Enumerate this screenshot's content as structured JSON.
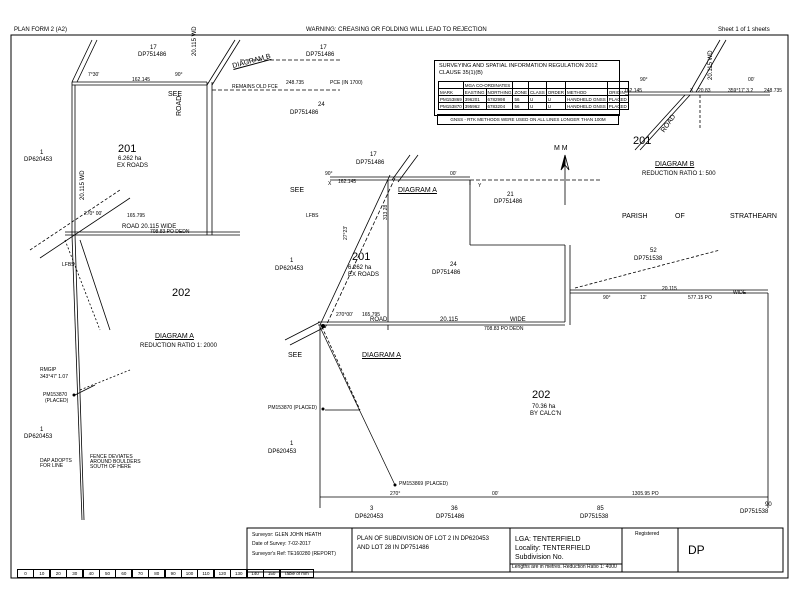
{
  "header": {
    "form": "PLAN FORM 2 (A2)",
    "warning": "WARNING: CREASING OR FOLDING WILL LEAD TO REJECTION",
    "sheet": "Sheet  1  of  1  sheets"
  },
  "coord_table": {
    "title": "SURVEYING AND SPATIAL INFORMATION REGULATION 2012",
    "clause": "CLAUSE 35(1)(B)",
    "mga": "MGA CO-ORDINATES",
    "headers": [
      "MARK",
      "EASTING",
      "NORTHING",
      "ZONE",
      "CLASS",
      "ORDER",
      "METHOD",
      "ORIGIN"
    ],
    "rows": [
      [
        "PM153869",
        "396201",
        "6782998",
        "56",
        "U",
        "U",
        "HANDHELD GNSS",
        "PLACED"
      ],
      [
        "PM153870",
        "395962",
        "6783204",
        "56",
        "U",
        "U",
        "HANDHELD GNSS",
        "PLACED"
      ]
    ]
  },
  "gnss_note": "GNSS - RTK METHODS WERE USED ON ALL LINES LONGER THAN 100M",
  "left_diagram": {
    "top_lot": "17",
    "top_dp": "DP751486",
    "top_lot2": "17",
    "top_dp2": "DP751486",
    "lot_24": "24",
    "dp_24": "DP751486",
    "lot_201": "201",
    "area_201": "6.262 ha",
    "ex_roads": "EX ROADS",
    "lot_1": "1",
    "dp_1": "DP620453",
    "lot_202": "202",
    "diagram": "DIAGRAM A",
    "reduction": "REDUCTION RATIO 1: 2000",
    "see": "SEE",
    "diagram_b": "DIAGRAM B",
    "road_label": "ROAD 20.115 WIDE",
    "road_depth": "708.83 PO DEDN",
    "bearing_top": "7°30'",
    "bearing_top2": "90°",
    "dist_top": "162.145",
    "dist_road": "165.795",
    "bearing_road": "270° 00'",
    "rmgip": "RMGIP",
    "rmgip_brg": "343°47' 1.07",
    "pm_placed": "PM153870",
    "placed": "(PLACED)",
    "lot_1b": "1",
    "dp_1b": "DP620453",
    "fence_note": "FENCE DEVIATES AROUND BOULDERS SOUTH OF HERE",
    "dap_note": "DAP ADOPTS FOR LINE",
    "lfbs": "LFBS",
    "road_w": "20.115 WD",
    "road_w2": "20.115 WD",
    "road": "ROAD",
    "remains": "REMAINS OLD FCE",
    "dist_248": "248.735",
    "pce": "PCE (IN 1700)"
  },
  "center_diagram": {
    "lot_17": "17",
    "dp_17": "DP751486",
    "see": "SEE",
    "diagram_a": "DIAGRAM A",
    "lot_201": "201",
    "area_201": "6.262 ha",
    "ex_roads": "EX ROADS",
    "lot_1": "1",
    "dp_1": "DP620453",
    "lot_24": "24",
    "dp_24": "DP751486",
    "lot_21": "21",
    "dp_21": "DP751486",
    "road": "ROAD",
    "road_w": "20.115",
    "wide": "WIDE",
    "road_depth": "708.83 PO DEDN",
    "bearing": "270°00'",
    "dist": "165.795",
    "brg_90": "90°",
    "brg_0": "00'",
    "dist_162": "162.145",
    "see2": "SEE",
    "diagram_a2": "DIAGRAM A",
    "lot_202": "202",
    "area_202": "70.36 ha",
    "by_calc": "BY CALC'N",
    "pm_placed": "PM153870 (PLACED)",
    "lot_1b": "1",
    "dp_1b": "DP620453",
    "pm_153869": "PM153869 (PLACED)",
    "lot_3": "3",
    "dp_3": "DP620453",
    "lot_36": "36",
    "dp_36": "DP751486",
    "lot_85": "85",
    "dp_85": "DP751538",
    "lot_90": "90",
    "dp_90": "DP751538",
    "bearing_bottom": "270°",
    "bottom_0": "00'",
    "bottom_dist": "1305.95 PO",
    "lot_52": "52",
    "dp_52": "DP751538",
    "parish": "PARISH",
    "of": "OF",
    "strathearn": "STRATHEARN",
    "road_20": "20.115",
    "wide2": "WIDE",
    "road_577": "577.15 PO",
    "brg_90b": "90°",
    "brg_12": "12'",
    "x_mark": "X",
    "y_mark": "Y",
    "lfbs": "LFBS",
    "dist_313": "313.28",
    "dist_27": "27°23'",
    "mm": "M M"
  },
  "right_diagram": {
    "lot_201": "201",
    "diagram_b": "DIAGRAM B",
    "reduction": "REDUCTION RATIO 1: 500",
    "road": "ROAD",
    "road_w": "20.115 WD",
    "brg_90": "90°",
    "brg_0": "00'",
    "dist_162": "162.145",
    "dist_20": "20.83",
    "dist_248": "248.735",
    "brg_359": "359°17' 3.2",
    "x_mark": "X"
  },
  "title_block": {
    "surveyor": "Surveyor: GLEN JOHN HEATH",
    "date": "Date of Survey: 7-02-2017",
    "ref": "Surveyor's Ref: TE160280 (REPORT)",
    "plan_title_1": "PLAN OF SUBDIVISION OF LOT 2 IN DP620453",
    "plan_title_2": "AND LOT 28 IN DP751486",
    "lga": "LGA: TENTERFIELD",
    "locality": "Locality: TENTERFIELD",
    "subdivision": "Subdivision No.",
    "lengths": "Lengths are in metres.  Reduction Ratio 1: 4000",
    "registered": "Registered",
    "dp": "DP"
  },
  "scale_bar": [
    "0",
    "10",
    "20",
    "30",
    "40",
    "50",
    "60",
    "70",
    "80",
    "90",
    "100",
    "110",
    "120",
    "130",
    "140",
    "150"
  ],
  "scale_label": "Table of mm"
}
